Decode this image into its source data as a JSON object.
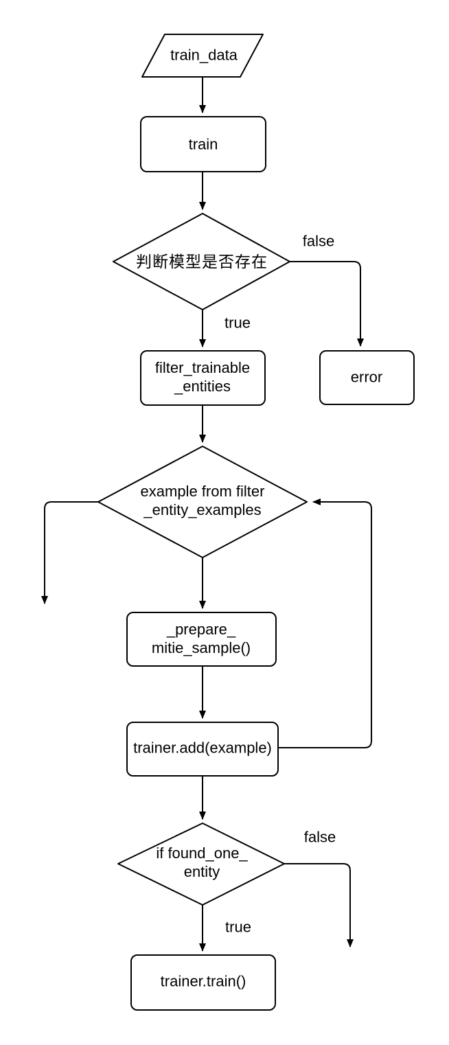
{
  "diagram": {
    "kind": "flowchart",
    "colors": {
      "stroke": "#000000",
      "background": "#ffffff",
      "text": "#000000"
    },
    "nodes": {
      "train_data": {
        "type": "input-parallelogram",
        "label": "train_data"
      },
      "train": {
        "type": "process",
        "label": "train"
      },
      "model_exists_decision": {
        "type": "decision",
        "label": "判断模型是否存在"
      },
      "error": {
        "type": "process",
        "label": "error"
      },
      "filter_trainable_entities": {
        "type": "process",
        "line1": "filter_trainable",
        "line2": "_entities"
      },
      "example_from_filter_decision": {
        "type": "decision",
        "line1": "example from filter",
        "line2": "_entity_examples"
      },
      "prepare_mitie_sample": {
        "type": "process",
        "line1": "_prepare_",
        "line2": "mitie_sample()"
      },
      "trainer_add_example": {
        "type": "process",
        "label": "trainer.add(example)"
      },
      "if_found_one_entity_decision": {
        "type": "decision",
        "line1": "if found_one_",
        "line2": "entity"
      },
      "trainer_train": {
        "type": "process",
        "label": "trainer.train()"
      }
    },
    "edge_labels": {
      "model_exists_false": "false",
      "model_exists_true": "true",
      "found_one_entity_false": "false",
      "found_one_entity_true": "true"
    }
  }
}
